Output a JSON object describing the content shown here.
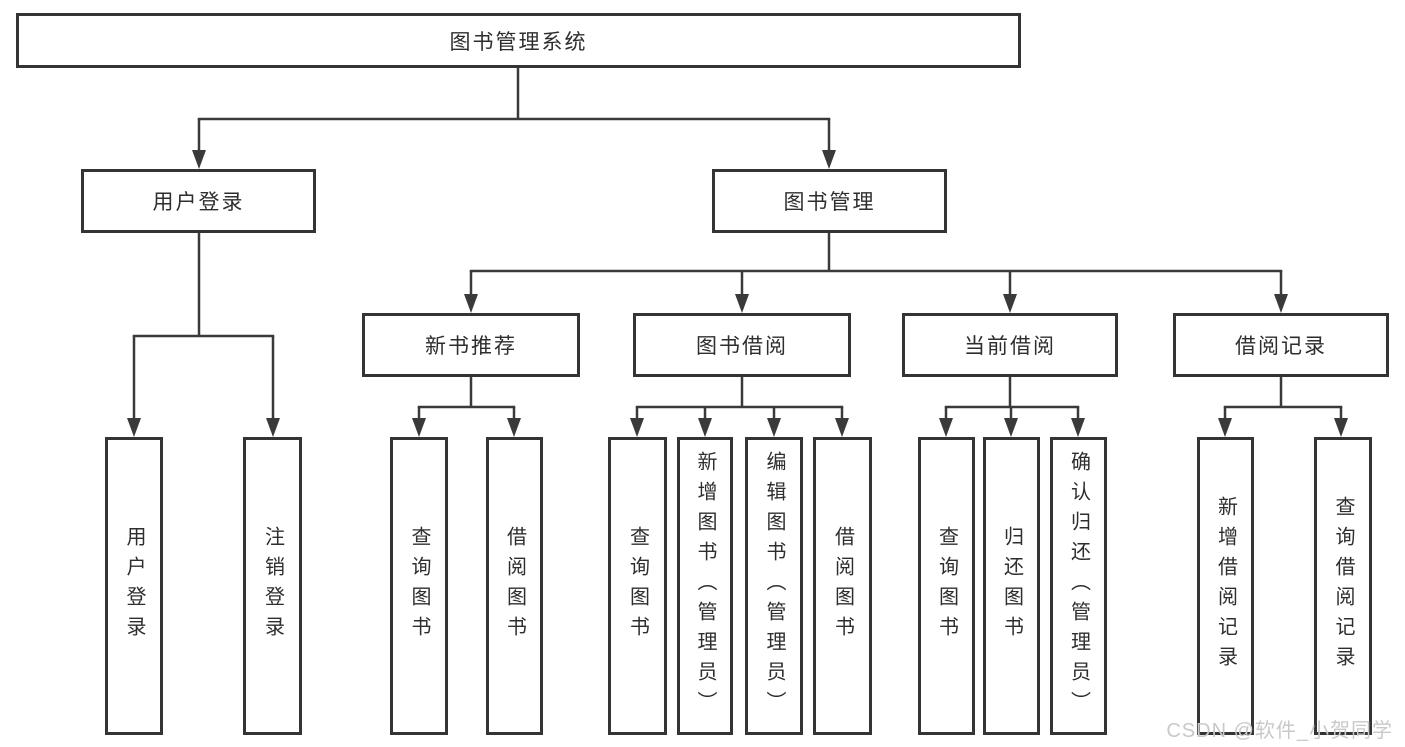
{
  "tree": {
    "root": "图书管理系统",
    "branches": [
      {
        "label": "用户登录",
        "children": [
          "用户登录",
          "注销登录"
        ]
      },
      {
        "label": "图书管理",
        "groups": [
          {
            "label": "新书推荐",
            "children": [
              "查询图书",
              "借阅图书"
            ]
          },
          {
            "label": "图书借阅",
            "children": [
              "查询图书",
              "新增图书（管理员）",
              "编辑图书（管理员）",
              "借阅图书"
            ]
          },
          {
            "label": "当前借阅",
            "children": [
              "查询图书",
              "归还图书",
              "确认归还（管理员）"
            ]
          },
          {
            "label": "借阅记录",
            "children": [
              "新增借阅记录",
              "查询借阅记录"
            ]
          }
        ]
      }
    ]
  },
  "watermark": "CSDN @软件_小贺同学",
  "colors": {
    "line": "#3a3a3a",
    "box_border": "#343434",
    "box_fill": "#ffffff",
    "text": "#2e2e2e",
    "watermark": "#c9c9c9"
  }
}
